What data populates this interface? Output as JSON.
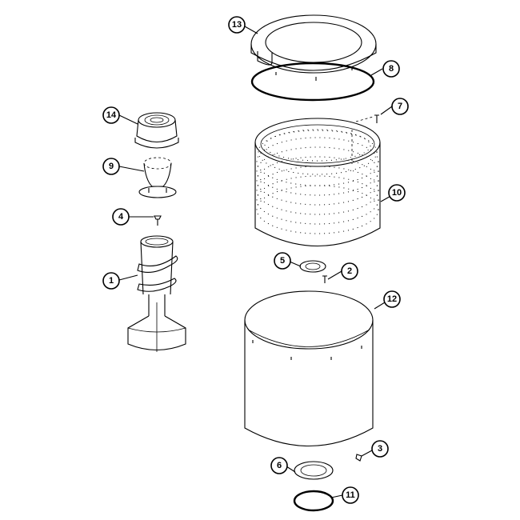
{
  "diagram": {
    "type": "exploded parts diagram",
    "subject": "washer tub / basket / agitator assembly",
    "callouts": [
      {
        "id": "c1",
        "label": "1",
        "part": "agitator"
      },
      {
        "id": "c2",
        "label": "2",
        "part": "screw"
      },
      {
        "id": "c3",
        "label": "3",
        "part": "nut / clip"
      },
      {
        "id": "c4",
        "label": "4",
        "part": "bolt"
      },
      {
        "id": "c5",
        "label": "5",
        "part": "basket hub washer"
      },
      {
        "id": "c6",
        "label": "6",
        "part": "tub seal"
      },
      {
        "id": "c7",
        "label": "7",
        "part": "screw"
      },
      {
        "id": "c8",
        "label": "8",
        "part": "tub ring gasket"
      },
      {
        "id": "c9",
        "label": "9",
        "part": "agitator cam"
      },
      {
        "id": "c10",
        "label": "10",
        "part": "perforated spin basket"
      },
      {
        "id": "c11",
        "label": "11",
        "part": "o-ring"
      },
      {
        "id": "c12",
        "label": "12",
        "part": "outer tub"
      },
      {
        "id": "c13",
        "label": "13",
        "part": "tub ring"
      },
      {
        "id": "c14",
        "label": "14",
        "part": "agitator cap / dispenser"
      }
    ]
  }
}
